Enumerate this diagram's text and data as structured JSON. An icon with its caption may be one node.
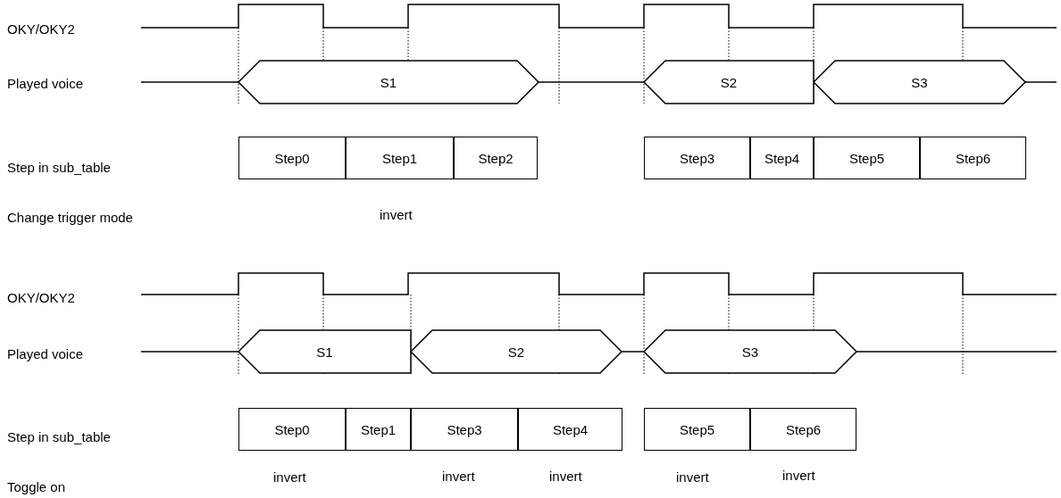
{
  "diagram": {
    "nodes": [
      {
        "text": [
          "S1"
        ]
      },
      {
        "text": [
          "S2"
        ]
      },
      {
        "text": [
          "S3"
        ]
      },
      {
        "text": [
          "Step0"
        ]
      },
      {
        "text": [
          "Step1"
        ]
      },
      {
        "text": [
          "Step2"
        ]
      },
      {
        "text": [
          "Step3"
        ]
      },
      {
        "text": [
          "Step4"
        ]
      },
      {
        "text": [
          "Step5"
        ]
      },
      {
        "text": [
          "Step6"
        ]
      },
      {
        "text": [
          "S1"
        ]
      },
      {
        "text": [
          "S2"
        ]
      },
      {
        "text": [
          "S3"
        ]
      },
      {
        "text": [
          "Step0"
        ]
      },
      {
        "text": [
          "Step1"
        ]
      },
      {
        "text": [
          "Step3"
        ]
      },
      {
        "text": [
          "Step4"
        ]
      },
      {
        "text": [
          "Step5"
        ]
      },
      {
        "text": [
          "Step6"
        ]
      }
    ],
    "labels": [
      "OKY/OKY2",
      "Played voice",
      "Step in sub_table",
      "Change trigger mode",
      "invert",
      "OKY/OKY2",
      "Played voice",
      "Step in sub_table",
      "Toggle on",
      "invert",
      "invert",
      "invert",
      "invert",
      "invert"
    ]
  }
}
